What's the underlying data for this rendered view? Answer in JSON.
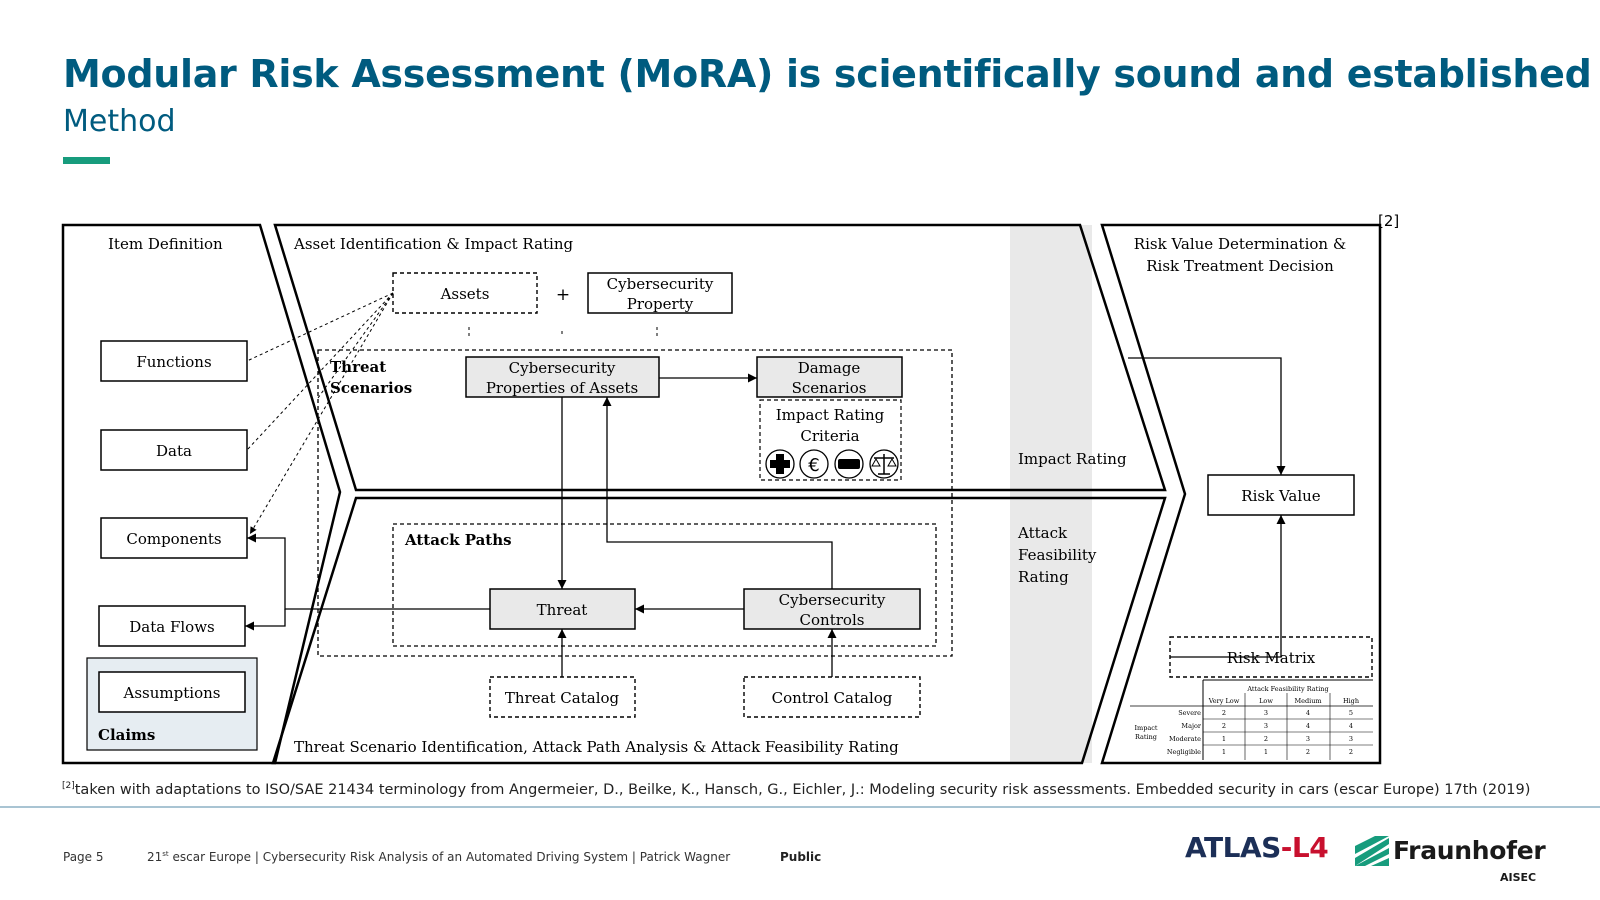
{
  "slide": {
    "title": "Modular Risk Assessment (MoRA) is scientifically sound and established",
    "subtitle": "Method",
    "reference_tag": "[2]",
    "footnote_marker": "[2]",
    "footnote_text": "taken with adaptations to ISO/SAE 21434 terminology from Angermeier, D., Beilke, K., Hansch, G., Eichler, J.: Modeling security risk assessments. Embedded security in cars (escar Europe) 17th (2019)"
  },
  "diagram": {
    "item_definition": {
      "heading": "Item Definition",
      "items": [
        "Functions",
        "Data",
        "Components",
        "Data Flows"
      ],
      "assumptions": "Assumptions",
      "claims": "Claims"
    },
    "asset_impact": {
      "heading": "Asset Identification & Impact Rating",
      "assets": "Assets",
      "plus": "+",
      "cyber_property": [
        "Cybersecurity",
        "Property"
      ],
      "threat_scenarios": [
        "Threat",
        "Scenarios"
      ],
      "cyber_props_assets": [
        "Cybersecurity",
        "Properties of Assets"
      ],
      "damage_scenarios": [
        "Damage",
        "Scenarios"
      ],
      "impact_criteria": [
        "Impact Rating",
        "Criteria"
      ],
      "impact_rating": "Impact Rating"
    },
    "attack": {
      "heading": "Threat Scenario Identification, Attack Path Analysis & Attack Feasibility Rating",
      "attack_paths": "Attack Paths",
      "threat": "Threat",
      "controls": [
        "Cybersecurity",
        "Controls"
      ],
      "threat_catalog": "Threat Catalog",
      "control_catalog": "Control Catalog",
      "feasibility": [
        "Attack",
        "Feasibility",
        "Rating"
      ]
    },
    "risk": {
      "heading": [
        "Risk Value Determination &",
        "Risk Treatment Decision"
      ],
      "risk_value": "Risk Value",
      "risk_matrix": "Risk Matrix",
      "matrix_col_title": "Attack Feasibility Rating",
      "matrix_cols": [
        "Very Low",
        "Low",
        "Medium",
        "High"
      ],
      "matrix_row_title": [
        "Impact",
        "Rating"
      ],
      "matrix_rows": [
        "Severe",
        "Major",
        "Moderate",
        "Negligible"
      ],
      "matrix_values": [
        [
          "2",
          "3",
          "4",
          "5"
        ],
        [
          "2",
          "3",
          "4",
          "4"
        ],
        [
          "1",
          "2",
          "3",
          "3"
        ],
        [
          "1",
          "1",
          "2",
          "2"
        ]
      ]
    }
  },
  "footer": {
    "page": "Page 5",
    "text_pre": "21",
    "text_sup": "st",
    "text_post": " escar Europe | Cybersecurity Risk Analysis of an Automated Driving System | Patrick Wagner",
    "classification": "Public",
    "logo1_a": "ATLAS",
    "logo1_b": "-L4",
    "logo2_name": "Fraunhofer",
    "logo2_sub": "AISEC"
  }
}
